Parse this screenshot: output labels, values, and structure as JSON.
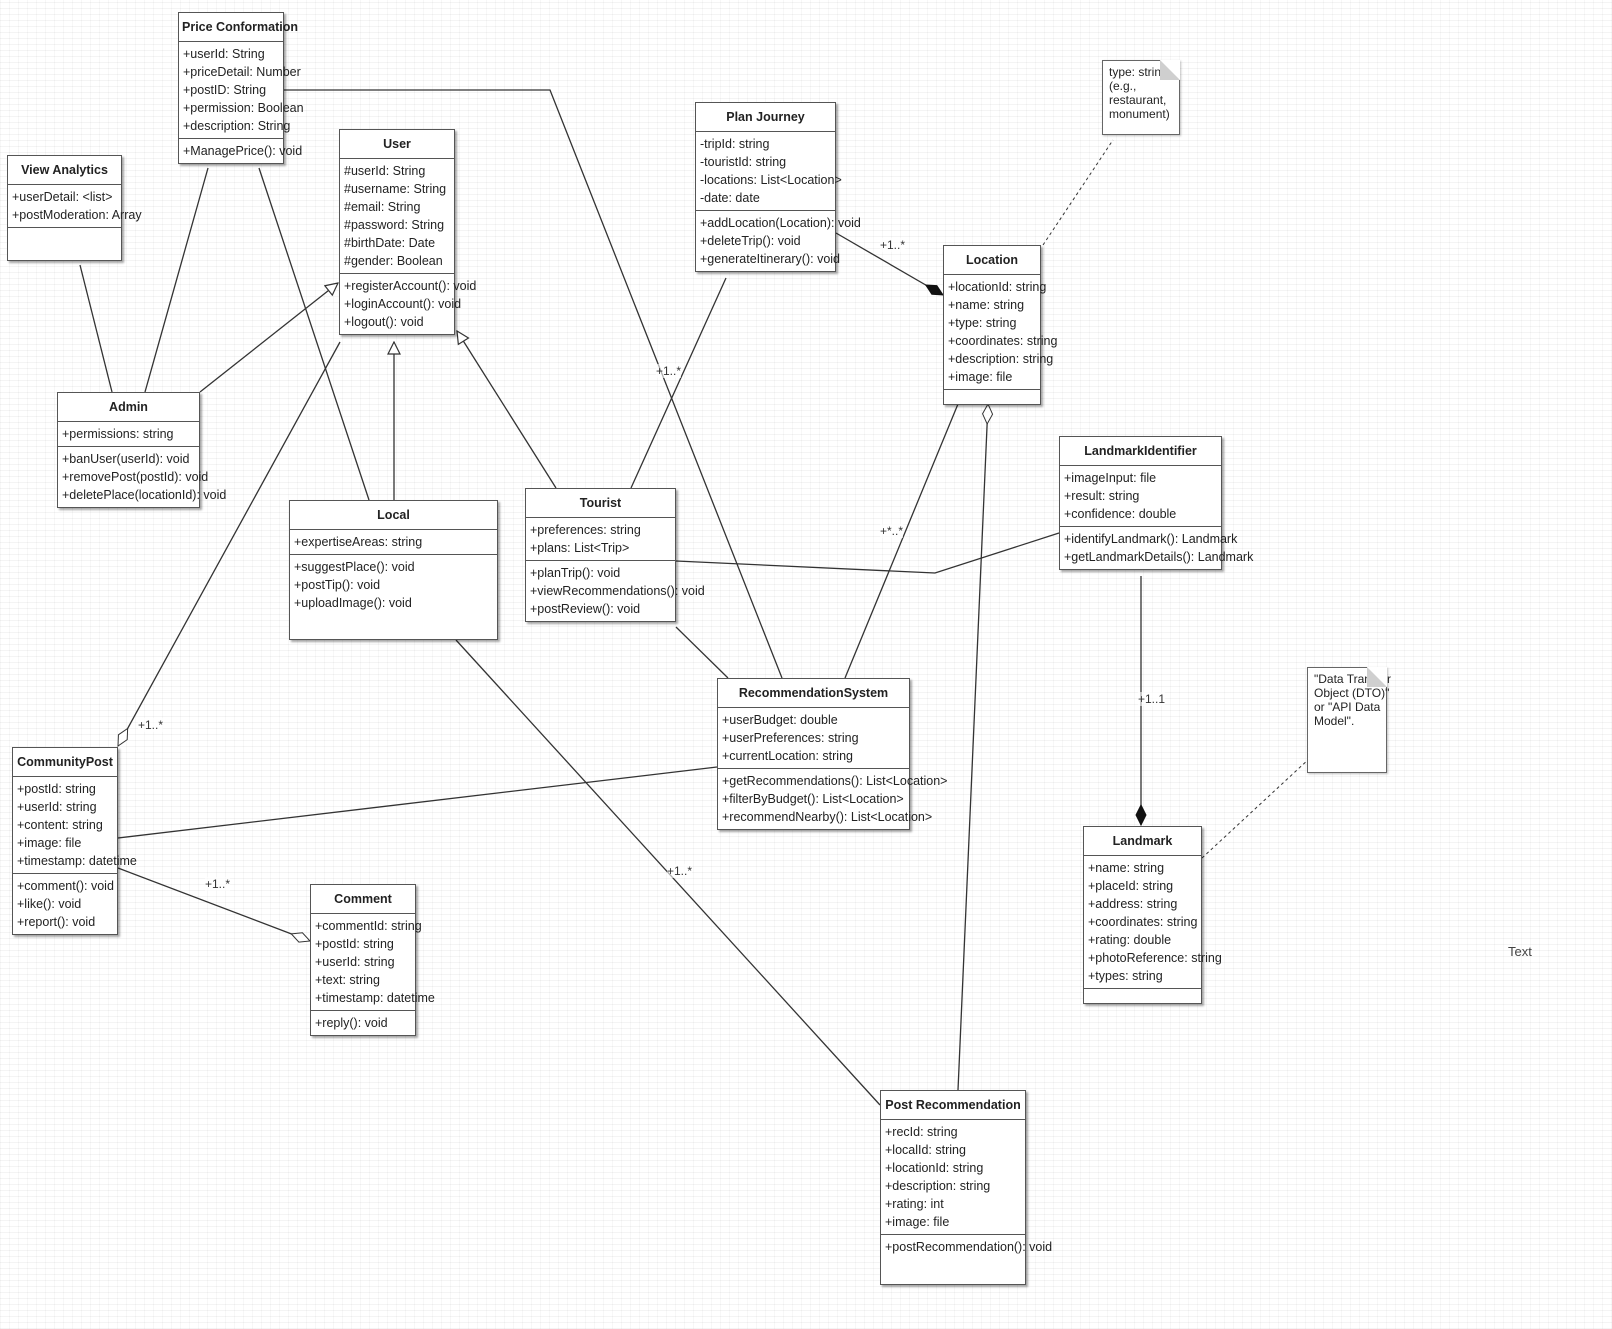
{
  "classes": [
    {
      "id": "priceconformation",
      "name": "Price Conformation",
      "attributes": [
        "+userId: String",
        "+priceDetail: Number",
        "+postID: String",
        "+permission: Boolean",
        "+description: String"
      ],
      "operations": [
        "+ManagePrice(): void"
      ]
    },
    {
      "id": "viewanalytics",
      "name": "View Analytics",
      "attributes": [
        "+userDetail: <list>",
        "+postModeration: Array"
      ],
      "operations": []
    },
    {
      "id": "user",
      "name": "User",
      "attributes": [
        "#userId: String",
        "#username: String",
        "#email: String",
        "#password: String",
        "#birthDate: Date",
        "#gender: Boolean"
      ],
      "operations": [
        "+registerAccount(): void",
        "+loginAccount(): void",
        "+logout(): void"
      ]
    },
    {
      "id": "planjourney",
      "name": "Plan Journey",
      "attributes": [
        "-tripId: string",
        "-touristId: string",
        "-locations: List<Location>",
        "-date: date"
      ],
      "operations": [
        "+addLocation(Location): void",
        "+deleteTrip(): void",
        "+generateItinerary(): void"
      ]
    },
    {
      "id": "location",
      "name": "Location",
      "attributes": [
        "+locationId: string",
        "+name: string",
        "+type: string",
        "+coordinates: string",
        "+description: string",
        "+image: file"
      ],
      "operations": []
    },
    {
      "id": "admin",
      "name": "Admin",
      "attributes": [
        "+permissions: string"
      ],
      "operations": [
        "+banUser(userId): void",
        "+removePost(postId): void",
        "+deletePlace(locationId): void"
      ]
    },
    {
      "id": "local",
      "name": "Local",
      "attributes": [
        "+expertiseAreas: string"
      ],
      "operations": [
        "+suggestPlace(): void",
        "+postTip(): void",
        "+uploadImage(): void"
      ]
    },
    {
      "id": "tourist",
      "name": "Tourist",
      "attributes": [
        "+preferences: string",
        "+plans: List<Trip>"
      ],
      "operations": [
        "+planTrip(): void",
        "+viewRecommendations(): void",
        "+postReview(): void"
      ]
    },
    {
      "id": "landmarkidentifier",
      "name": "LandmarkIdentifier",
      "attributes": [
        "+imageInput: file",
        "+result: string",
        "+confidence: double"
      ],
      "operations": [
        "+identifyLandmark(): Landmark",
        "+getLandmarkDetails(): Landmark"
      ]
    },
    {
      "id": "recommendationsystem",
      "name": "RecommendationSystem",
      "attributes": [
        "+userBudget: double",
        "+userPreferences: string",
        "+currentLocation: string"
      ],
      "operations": [
        "+getRecommendations(): List<Location>",
        "+filterByBudget(): List<Location>",
        "+recommendNearby(): List<Location>"
      ]
    },
    {
      "id": "communitypost",
      "name": "CommunityPost",
      "attributes": [
        "+postId: string",
        "+userId: string",
        "+content: string",
        "+image: file",
        "+timestamp: datetime"
      ],
      "operations": [
        "+comment(): void",
        "+like(): void",
        "+report(): void"
      ]
    },
    {
      "id": "comment",
      "name": "Comment",
      "attributes": [
        "+commentId: string",
        "+postId: string",
        "+userId: string",
        "+text: string",
        "+timestamp: datetime"
      ],
      "operations": [
        "+reply(): void"
      ]
    },
    {
      "id": "landmark",
      "name": "Landmark",
      "attributes": [
        "+name: string",
        "+placeId: string",
        "+address: string",
        "+coordinates: string",
        "+rating: double",
        "+photoReference: string",
        "+types: string"
      ],
      "operations": []
    },
    {
      "id": "postrecommendation",
      "name": "Post Recommendation",
      "attributes": [
        "+recId: string",
        "+localId: string",
        "+locationId: string",
        "+description: string",
        "+rating: int",
        "+image: file"
      ],
      "operations": [
        "+postRecommendation(): void"
      ]
    }
  ],
  "notes": [
    {
      "id": "type-note",
      "lines": [
        "type: string",
        "(e.g.,",
        "restaurant,",
        "monument)"
      ]
    },
    {
      "id": "dto-note",
      "lines": [
        "\"Data Transfer",
        "Object (DTO)\"",
        "or \"API Data",
        "Model\"."
      ]
    }
  ],
  "multiplicities": {
    "planjourney_location": "+1..*",
    "priceconformation_recommendation": "+1..*",
    "location_recommendation": "+*..*",
    "landmarkidentifier_landmark": "+1..1",
    "user_communitypost": "+1..*",
    "communitypost_comment": "+1..*",
    "local_postrecommendation": "+1..*"
  },
  "free_text": "Text",
  "relationships": [
    {
      "id": "admin-user",
      "type": "generalization"
    },
    {
      "id": "local-user",
      "type": "generalization"
    },
    {
      "id": "tourist-user",
      "type": "generalization"
    },
    {
      "id": "planjourney-location",
      "type": "composition"
    },
    {
      "id": "landmarkidentifier-landmark",
      "type": "composition"
    },
    {
      "id": "communitypost-comment",
      "type": "aggregation"
    },
    {
      "id": "user-communitypost",
      "type": "aggregation"
    },
    {
      "id": "location-postrecommendation",
      "type": "aggregation"
    },
    {
      "id": "viewanalytics-admin",
      "type": "association"
    },
    {
      "id": "priceconformation-admin",
      "type": "association"
    },
    {
      "id": "priceconformation-local",
      "type": "association"
    },
    {
      "id": "priceconformation-recommendationsystem",
      "type": "association"
    },
    {
      "id": "planjourney-tourist",
      "type": "association"
    },
    {
      "id": "tourist-landmarkidentifier",
      "type": "association"
    },
    {
      "id": "tourist-recommendationsystem",
      "type": "association"
    },
    {
      "id": "location-recommendationsystem",
      "type": "association"
    },
    {
      "id": "communitypost-recommendationsystem",
      "type": "association"
    },
    {
      "id": "local-postrecommendation",
      "type": "association"
    },
    {
      "id": "location-typenote",
      "type": "note-link"
    },
    {
      "id": "landmark-dtonote",
      "type": "note-link"
    }
  ]
}
